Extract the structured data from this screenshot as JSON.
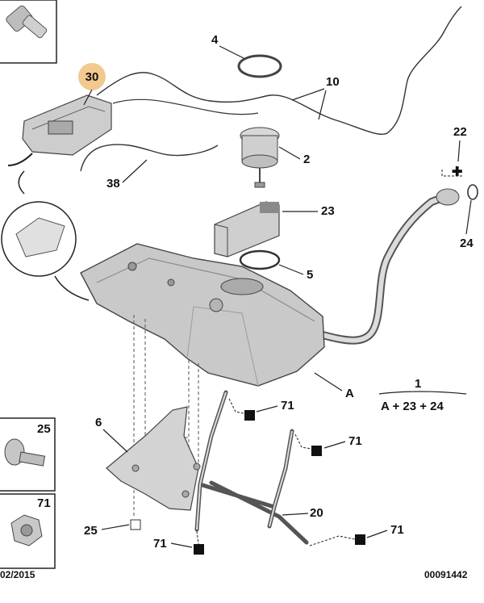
{
  "callouts": {
    "c30": "30",
    "c4": "4",
    "c10": "10",
    "c22": "22",
    "c2": "2",
    "c38": "38",
    "c23": "23",
    "c24": "24",
    "c5": "5",
    "cA": "A",
    "c1": "1",
    "c6": "6",
    "c71a": "71",
    "c71b": "71",
    "c71c": "71",
    "c71d": "71",
    "c20": "20",
    "c25": "25"
  },
  "formula": "A + 23 + 24",
  "inset_fastener_top": "25",
  "inset_nut": "71",
  "footer_date": "02/2015",
  "footer_ref": "00091442",
  "colors": {
    "highlight": "#f2c98f",
    "tank_shade": "#c9c9c9",
    "line": "#222222"
  }
}
